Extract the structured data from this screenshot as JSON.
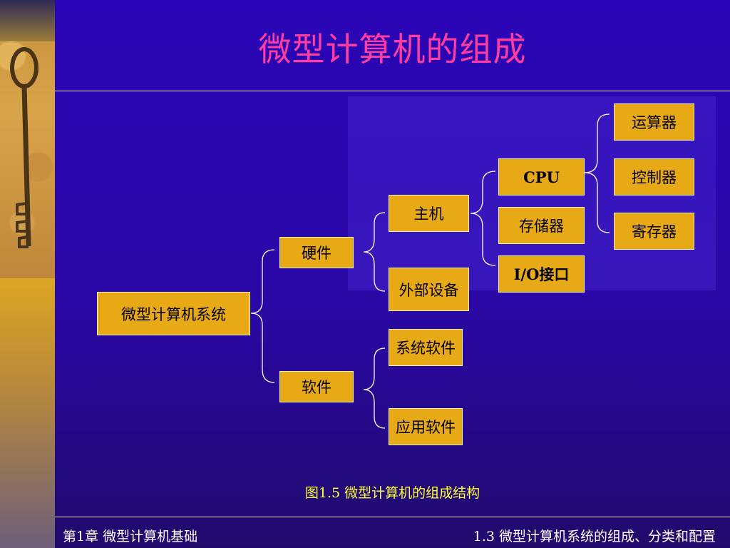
{
  "title": "微型计算机的组成",
  "nodes": {
    "root": "微型计算机系统",
    "hardware": "硬件",
    "software": "软件",
    "host": "主机",
    "peripherals": "外部设备",
    "system_software": "系统软件",
    "application_software": "应用软件",
    "cpu": "CPU",
    "memory": "存储器",
    "io_interface": "I/O接口",
    "alu": "运算器",
    "controller": "控制器",
    "register": "寄存器"
  },
  "caption": "图1.5  微型计算机的组成结构",
  "footer": {
    "left": "第1章  微型计算机基础",
    "right": "1.3  微型计算机系统的组成、分类和配置"
  },
  "colors": {
    "background": "#2a06b6",
    "title": "#ff3ca0",
    "box_fill": "#e8a917",
    "caption": "#ffff33"
  },
  "icons": {
    "sidebar_image": "antique-key"
  }
}
